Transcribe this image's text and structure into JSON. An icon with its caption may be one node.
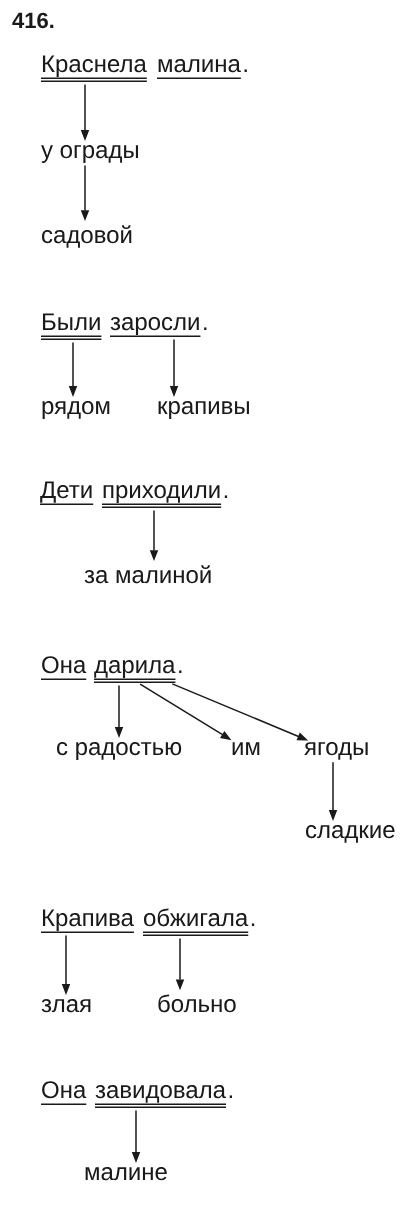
{
  "diagram": {
    "title": "416.",
    "nodes": [
      {
        "text": [
          "Краснела"
        ]
      },
      {
        "text": [
          "малина"
        ],
        "beside": [
          "."
        ]
      },
      {
        "text": [
          "у ограды"
        ]
      },
      {
        "text": [
          "садовой"
        ]
      },
      {
        "text": [
          "Были"
        ]
      },
      {
        "text": [
          "заросли"
        ],
        "beside": [
          "."
        ]
      },
      {
        "text": [
          "рядом"
        ]
      },
      {
        "text": [
          "крапивы"
        ]
      },
      {
        "text": [
          "Дети"
        ]
      },
      {
        "text": [
          "приходили"
        ],
        "beside": [
          "."
        ]
      },
      {
        "text": [
          "за малиной"
        ]
      },
      {
        "text": [
          "Она"
        ]
      },
      {
        "text": [
          "дарила"
        ],
        "beside": [
          "."
        ]
      },
      {
        "text": [
          "с радостью"
        ]
      },
      {
        "text": [
          "им"
        ]
      },
      {
        "text": [
          "ягоды"
        ]
      },
      {
        "text": [
          "сладкие"
        ]
      },
      {
        "text": [
          "Крапива"
        ]
      },
      {
        "text": [
          "обжигала"
        ],
        "beside": [
          "."
        ]
      },
      {
        "text": [
          "злая"
        ]
      },
      {
        "text": [
          "больно"
        ]
      },
      {
        "text": [
          "Она"
        ]
      },
      {
        "text": [
          "завидовала"
        ],
        "beside": [
          "."
        ]
      },
      {
        "text": [
          "малине"
        ]
      }
    ],
    "edges": [
      {
        "from": 0,
        "to": 2,
        "arrow": "to"
      },
      {
        "from": 2,
        "to": 3,
        "arrow": "to"
      },
      {
        "from": 4,
        "to": 6,
        "arrow": "to"
      },
      {
        "from": 5,
        "to": 7,
        "arrow": "to"
      },
      {
        "from": 9,
        "to": 10,
        "arrow": "to"
      },
      {
        "from": 12,
        "to": 13,
        "arrow": "to"
      },
      {
        "from": 12,
        "to": 14,
        "arrow": "to"
      },
      {
        "from": 12,
        "to": 15,
        "arrow": "to"
      },
      {
        "from": 15,
        "to": 16,
        "arrow": "to"
      },
      {
        "from": 17,
        "to": 19,
        "arrow": "to"
      },
      {
        "from": 18,
        "to": 20,
        "arrow": "to"
      },
      {
        "from": 22,
        "to": 23,
        "arrow": "to"
      }
    ]
  }
}
